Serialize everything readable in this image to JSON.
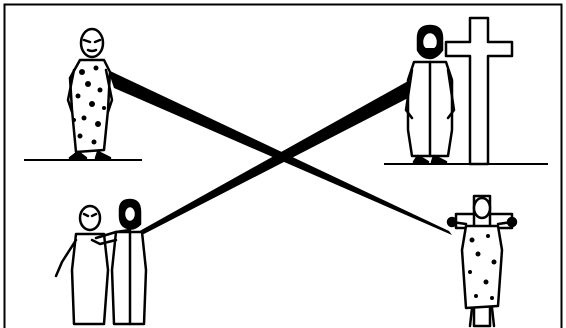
{
  "illustration": {
    "figures": [
      {
        "id": "ragged-man",
        "icon": "ragged-man-figure"
      },
      {
        "id": "robed-man-with-cross",
        "icon": "robed-man-cross-figure"
      },
      {
        "id": "two-men-embracing",
        "icon": "two-men-figure"
      },
      {
        "id": "man-on-cross",
        "icon": "crucified-man-figure"
      }
    ],
    "connections": [
      {
        "from": "ragged-man",
        "to": "man-on-cross"
      },
      {
        "from": "robed-man-with-cross",
        "to": "two-men-embracing"
      }
    ],
    "colors": {
      "ink": "#000000",
      "paper": "#ffffff"
    }
  }
}
